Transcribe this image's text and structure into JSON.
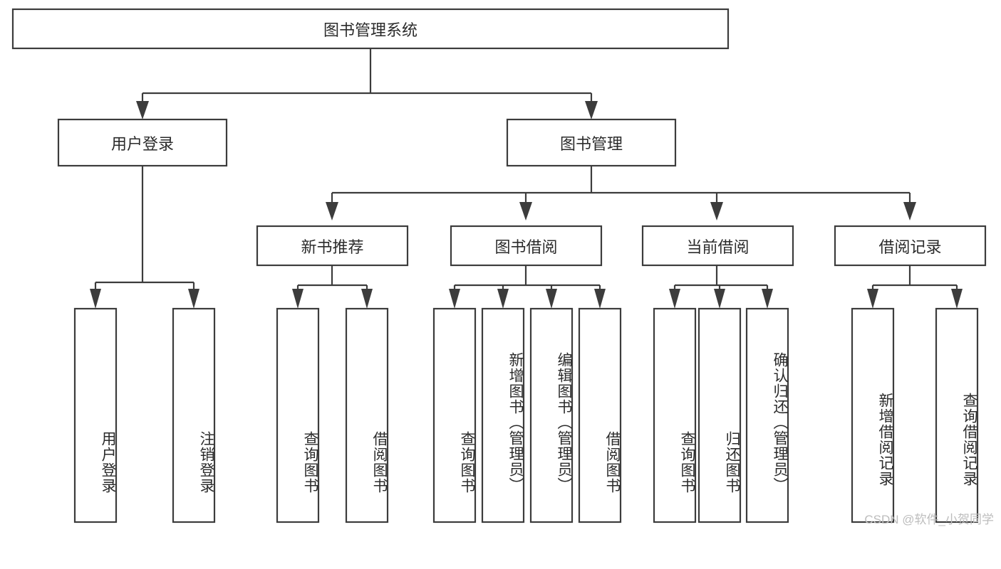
{
  "diagram": {
    "title": "图书管理系统",
    "type": "tree",
    "orientation": "top-down",
    "colors": {
      "box_fill": "#ffffff",
      "box_stroke": "#3c3c3c",
      "connector": "#3c3c3c",
      "text": "#2b2b2b",
      "watermark": "#bdbdbd",
      "background": "#ffffff"
    },
    "root": {
      "label": "图书管理系统",
      "orientation": "horizontal"
    },
    "level2": [
      {
        "label": "用户登录",
        "orientation": "horizontal"
      },
      {
        "label": "图书管理",
        "orientation": "horizontal"
      }
    ],
    "level3": [
      {
        "label": "新书推荐",
        "orientation": "horizontal"
      },
      {
        "label": "图书借阅",
        "orientation": "horizontal"
      },
      {
        "label": "当前借阅",
        "orientation": "horizontal"
      },
      {
        "label": "借阅记录",
        "orientation": "horizontal"
      }
    ],
    "leaves": {
      "user_login": [
        {
          "label": "用户登录",
          "orientation": "vertical"
        },
        {
          "label": "注销登录",
          "orientation": "vertical"
        }
      ],
      "new_book_recommend": [
        {
          "label": "查询图书",
          "orientation": "vertical"
        },
        {
          "label": "借阅图书",
          "orientation": "vertical"
        }
      ],
      "book_borrow": [
        {
          "label": "查询图书",
          "orientation": "vertical"
        },
        {
          "label": "新增图书（管理员）",
          "orientation": "vertical"
        },
        {
          "label": "编辑图书（管理员）",
          "orientation": "vertical"
        },
        {
          "label": "借阅图书",
          "orientation": "vertical"
        }
      ],
      "current_borrow": [
        {
          "label": "查询图书",
          "orientation": "vertical"
        },
        {
          "label": "归还图书",
          "orientation": "vertical"
        },
        {
          "label": "确认归还（管理员）",
          "orientation": "vertical"
        }
      ],
      "borrow_records": [
        {
          "label": "新增借阅记录",
          "orientation": "vertical"
        },
        {
          "label": "查询借阅记录",
          "orientation": "vertical"
        }
      ]
    },
    "watermark": "CSDN @软件_小贺同学"
  }
}
